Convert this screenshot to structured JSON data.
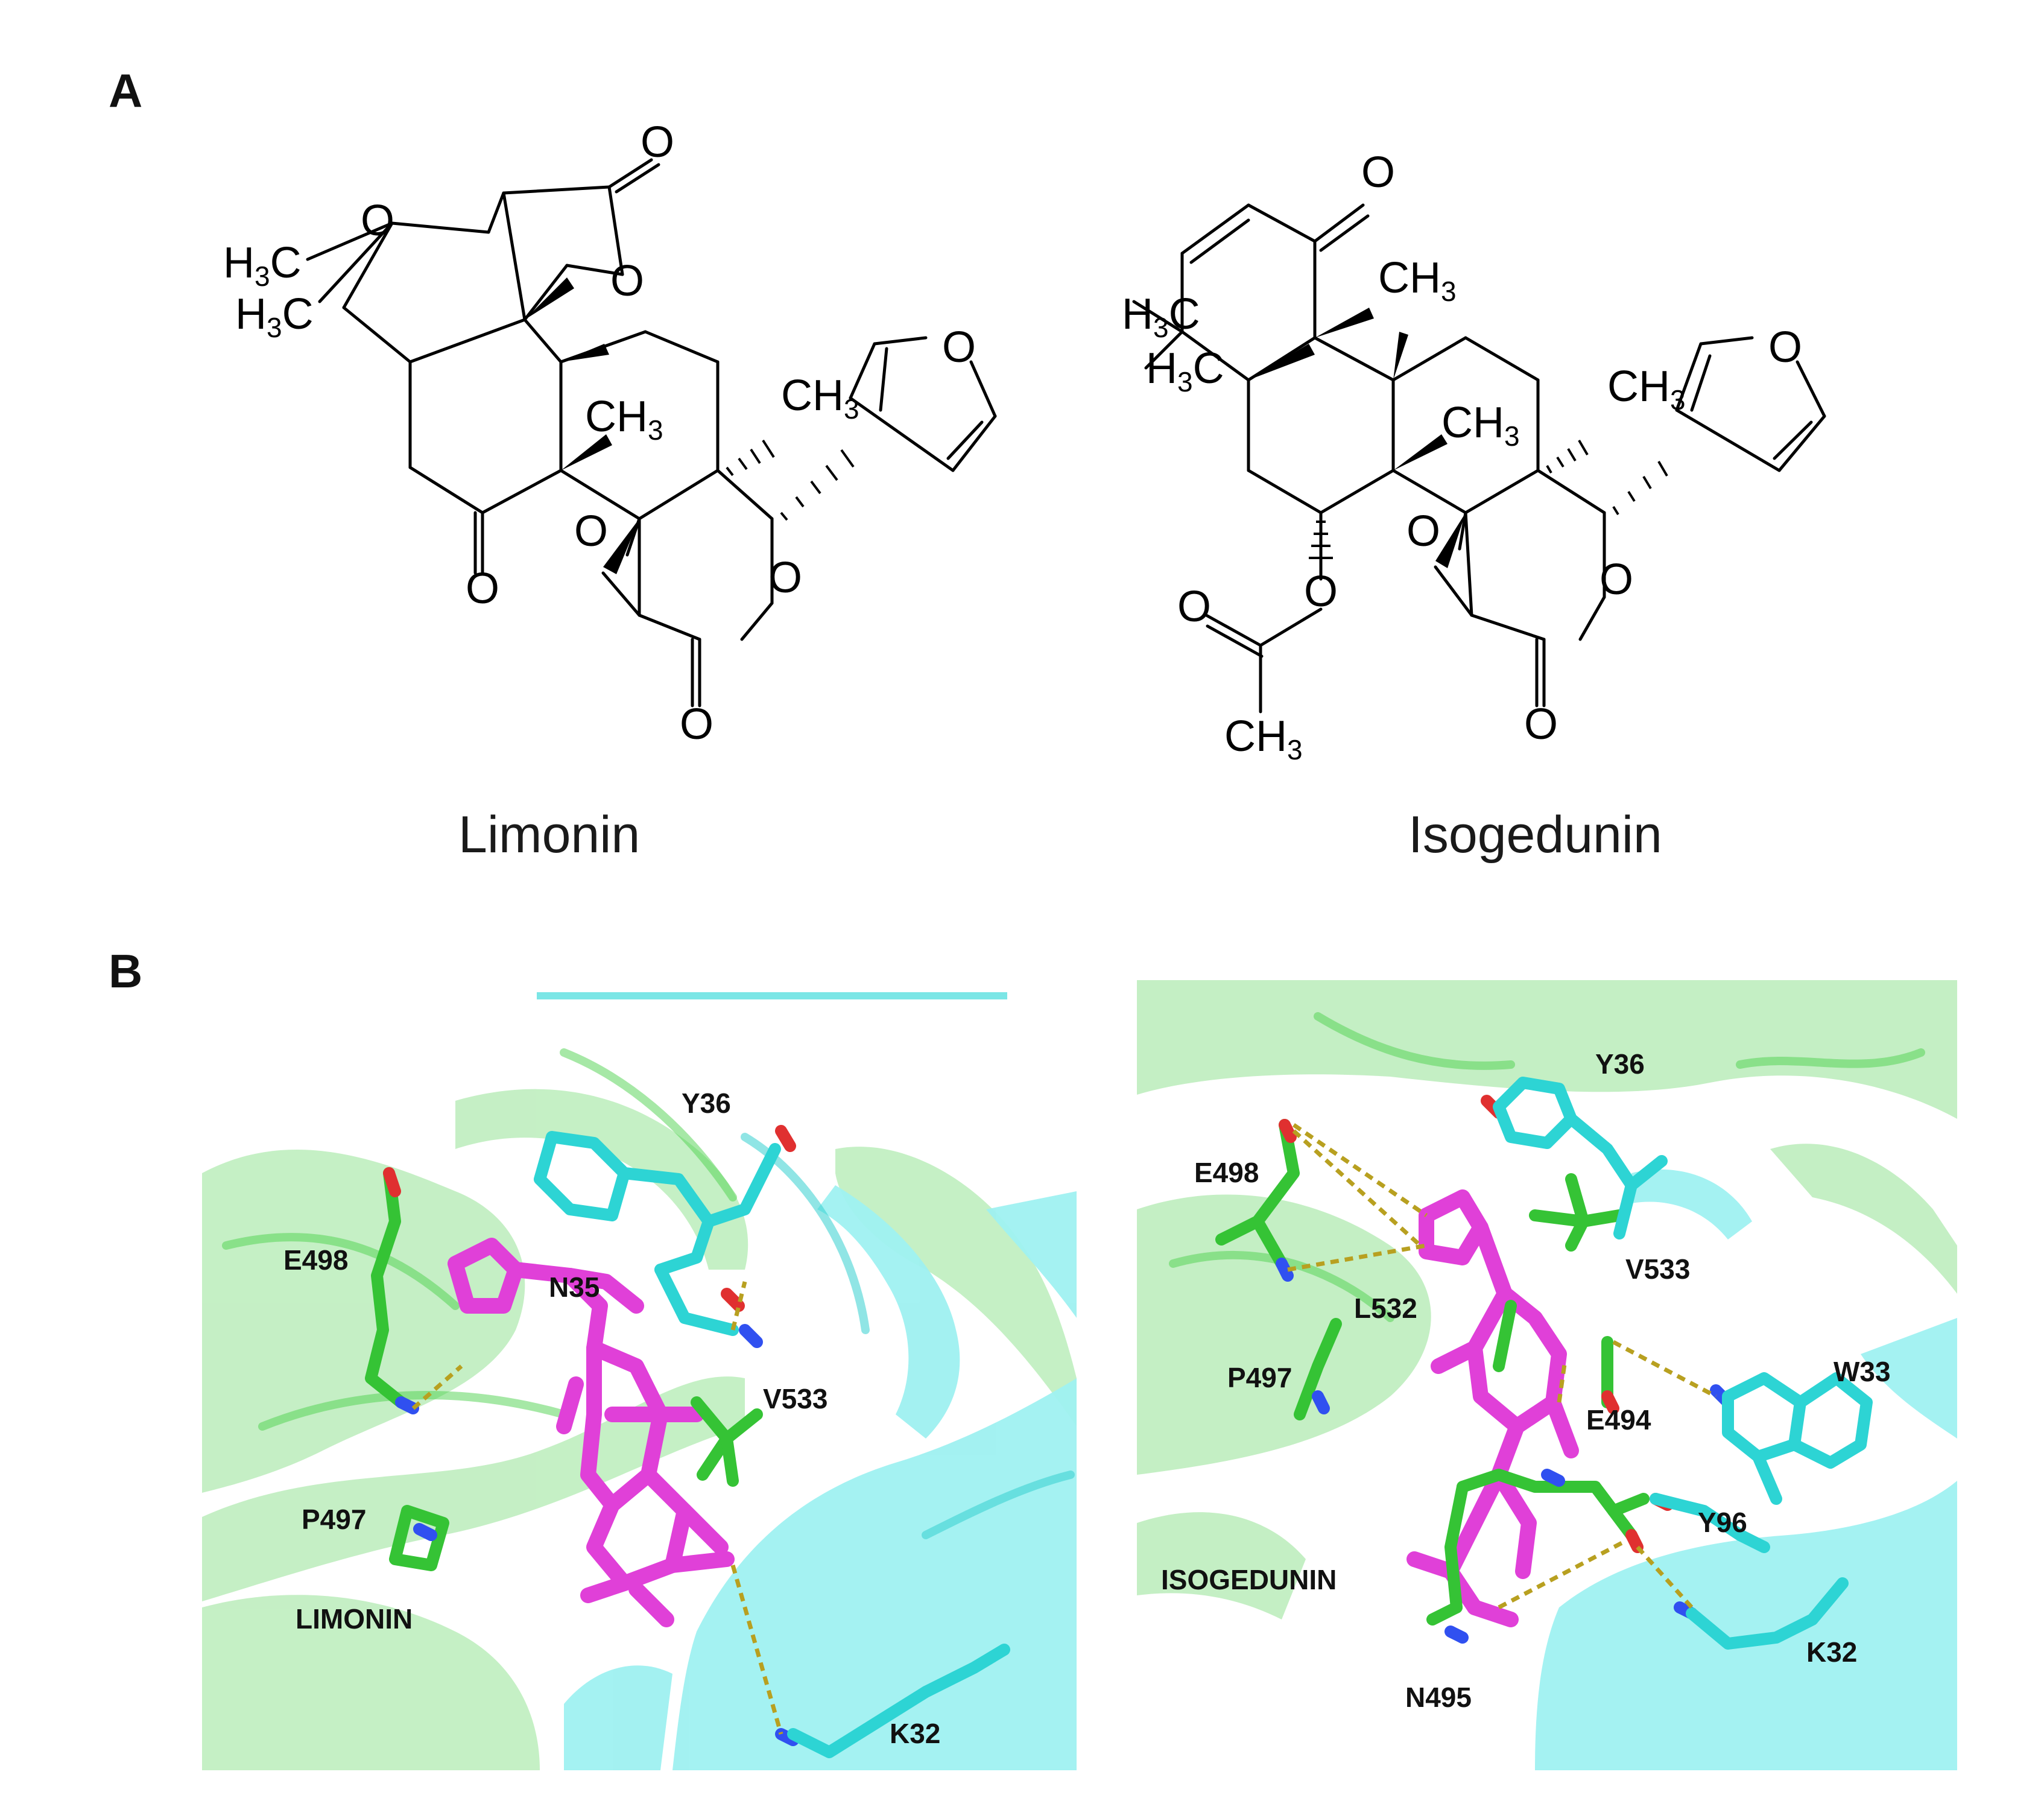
{
  "panels": {
    "a_label": "A",
    "b_label": "B"
  },
  "molecules": {
    "limonin": {
      "name": "Limonin",
      "atoms": {
        "o": "O",
        "c": "C",
        "h": "H",
        "sub3": "3"
      }
    },
    "isogedunin": {
      "name": "Isogedunin",
      "atoms": {
        "o": "O",
        "c": "C",
        "h": "H",
        "sub3": "3"
      }
    }
  },
  "docking": {
    "left": {
      "residues": [
        "Y36",
        "E498",
        "N35",
        "V533",
        "P497",
        "K32"
      ],
      "ligand_label": "LIMONIN"
    },
    "right": {
      "residues": [
        "Y36",
        "E498",
        "V533",
        "L532",
        "W33",
        "P497",
        "E494",
        "Y96",
        "K32",
        "N495"
      ],
      "ligand_label": "ISOGEDUNIN"
    }
  },
  "colors": {
    "protein_chain_a": "#7fd87f",
    "protein_chain_b": "#5fe3e3",
    "ligand": "#e040d8",
    "residue_green": "#35c335",
    "residue_cyan": "#2dd4d4",
    "oxygen": "#e03030",
    "nitrogen": "#3050f0",
    "hbond": "#b8a020"
  }
}
